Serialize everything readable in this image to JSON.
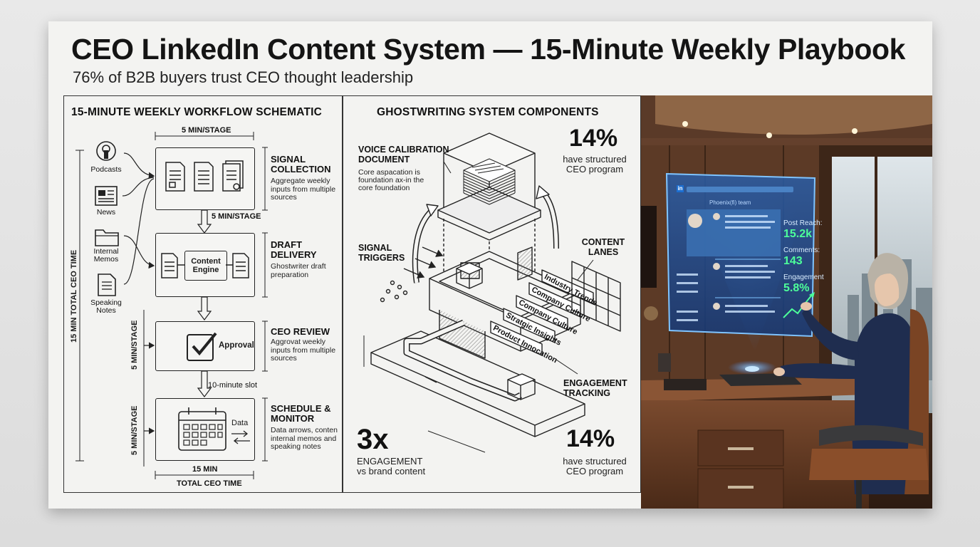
{
  "title": "CEO LinkedIn Content System — 15-Minute Weekly Playbook",
  "subtitle": "76% of B2B buyers trust CEO thought leadership",
  "workflow": {
    "heading": "15-MINUTE WEEKLY WORKFLOW SCHEMATIC",
    "top_label": "5 MIN/STAGE",
    "between_1": "5 MIN/STAGE",
    "between_3": "10-minute slot",
    "vertical_total": "15 MIN TOTAL CEO TIME",
    "vertical_stage_a": "5 MIN/STAGE",
    "vertical_stage_b": "5 MIN/STAGE",
    "bottom_time": "15 MIN",
    "bottom_label": "TOTAL CEO TIME",
    "sources": [
      {
        "label": "Podcasts",
        "icon": "microphone-icon"
      },
      {
        "label": "News",
        "icon": "newspaper-icon"
      },
      {
        "label": "Internal Memos",
        "icon": "folder-icon"
      },
      {
        "label": "Speaking Notes",
        "icon": "document-icon"
      }
    ],
    "stages": [
      {
        "title": "SIGNAL COLLECTION",
        "desc": "Aggregate weekly inputs from multiple sources"
      },
      {
        "title": "DRAFT DELIVERY",
        "desc": "Ghostwriter draft preparation",
        "box_label": "Content Engine"
      },
      {
        "title": "CEO REVIEW",
        "desc": "Aggrovat weekly inputs from multiple sources",
        "box_label": "Approval"
      },
      {
        "title": "SCHEDULE & MONITOR",
        "desc": "Data arrows, conten internal memos and speaking notes",
        "box_label": "Data"
      }
    ]
  },
  "components": {
    "heading": "GHOSTWRITING SYSTEM COMPONENTS",
    "voice_title": "VOICE CALIBRATION DOCUMENT",
    "voice_desc": "Core aspacation is foundation ax-in the core foundation",
    "signal_triggers": "SIGNAL TRIGGERS",
    "content_lanes": "CONTENT LANES",
    "engagement_tracking": "ENGAGEMENT TRACKING",
    "lanes": [
      "Industry Trends",
      "Company Culture",
      "Company Culture",
      "Stratgic Insights",
      "Product Innocation"
    ],
    "stats": [
      {
        "value": "14%",
        "label": "have structured CEO program"
      },
      {
        "value": "3x",
        "label": "ENGAGEMENT vs brand content"
      },
      {
        "value": "14%",
        "label": "have structured CEO program"
      }
    ]
  },
  "photo": {
    "screen_logo": "in",
    "screen_tab": "Phoenix(fi) team",
    "metrics": [
      {
        "label": "Post Reach:",
        "value": "15.2k"
      },
      {
        "label": "Comments:",
        "value": "143"
      },
      {
        "label": "Engagement",
        "value": "5.8%"
      }
    ],
    "accent_color": "#4dff9a"
  }
}
